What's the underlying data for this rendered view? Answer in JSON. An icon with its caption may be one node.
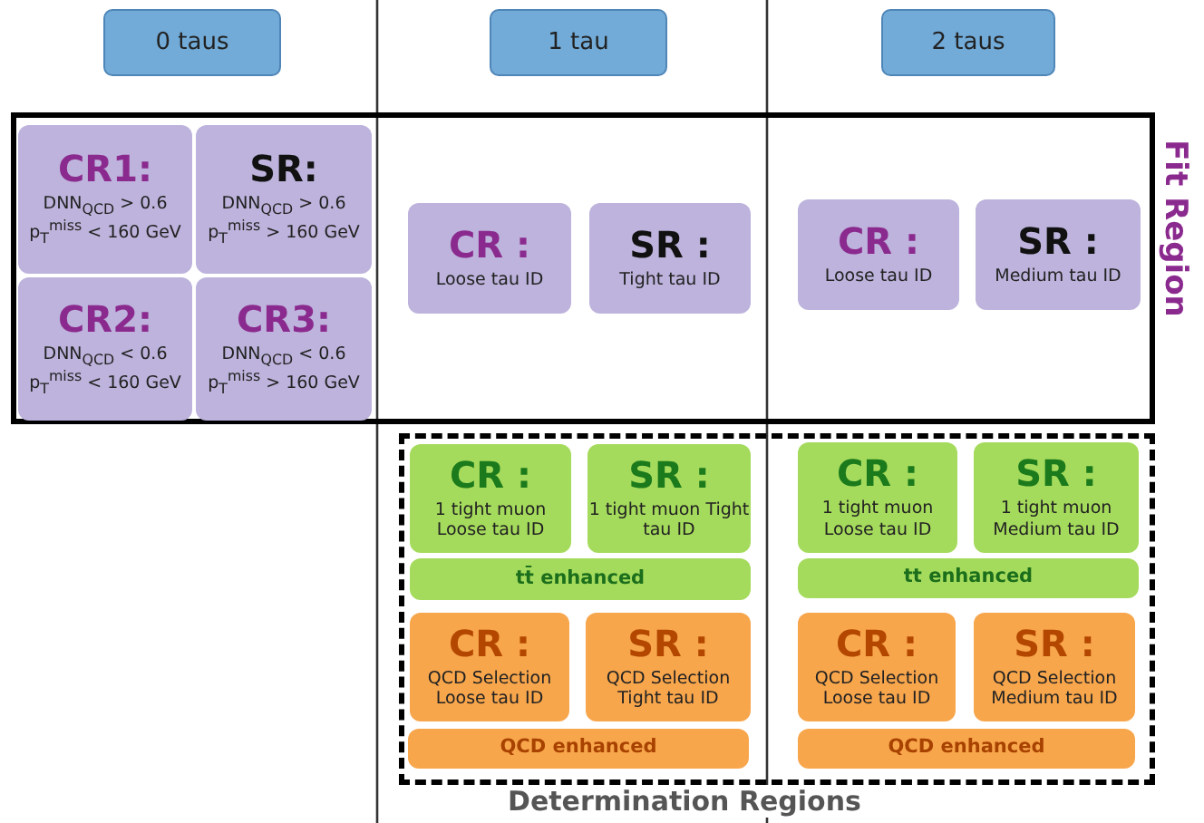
{
  "diagram": {
    "nodes": [
      {
        "text": [
          "0 taus"
        ]
      },
      {
        "text": [
          "1 tau"
        ]
      },
      {
        "text": [
          "2 taus"
        ]
      },
      {
        "text": [
          "Fit Region"
        ]
      },
      {
        "text": [
          "CR1:",
          "DNN$_{QCD}$ > 0.6",
          "p$_{T}$$^{miss}$ < 160 GeV"
        ],
        "in": 3
      },
      {
        "text": [
          "SR:",
          "DNN$_{QCD}$ > 0.6",
          "p$_{T}$$^{miss}$ > 160 GeV"
        ],
        "in": 3
      },
      {
        "text": [
          "CR2:",
          "DNN$_{QCD}$ < 0.6",
          "p$_{T}$$^{miss}$ < 160 GeV"
        ],
        "in": 3
      },
      {
        "text": [
          "CR3:",
          "DNN$_{QCD}$ < 0.6",
          "p$_{T}$$^{miss}$ > 160 GeV"
        ],
        "in": 3
      },
      {
        "text": [
          "CR :",
          "Loose tau ID"
        ],
        "in": 3
      },
      {
        "text": [
          "SR :",
          "Tight tau ID"
        ],
        "in": 3
      },
      {
        "text": [
          "CR :",
          "Loose tau ID"
        ],
        "in": 3
      },
      {
        "text": [
          "SR :",
          "Medium tau ID"
        ],
        "in": 3
      },
      {
        "text": [
          "Determination Regions"
        ]
      },
      {
        "text": [
          "CR :",
          "1 tight muon Loose tau ID"
        ],
        "in": 12
      },
      {
        "text": [
          "SR :",
          "1 tight muon Tight tau ID"
        ],
        "in": 12
      },
      {
        "text": [
          "tt̄ enhanced"
        ],
        "in": 12
      },
      {
        "text": [
          "CR :",
          "QCD Selection Loose tau ID"
        ],
        "in": 12
      },
      {
        "text": [
          "SR :",
          "QCD Selection Tight tau ID"
        ],
        "in": 12
      },
      {
        "text": [
          "QCD enhanced"
        ],
        "in": 12
      },
      {
        "text": [
          "CR :",
          "1 tight muon Loose tau ID"
        ],
        "in": 12
      },
      {
        "text": [
          "SR :",
          "1 tight muon Medium tau ID"
        ],
        "in": 12
      },
      {
        "text": [
          "tt enhanced"
        ],
        "in": 12
      },
      {
        "text": [
          "CR :",
          "QCD Selection Loose tau ID"
        ],
        "in": 12
      },
      {
        "text": [
          "SR :",
          "QCD Selection Medium tau ID"
        ],
        "in": 12
      },
      {
        "text": [
          "QCD enhanced"
        ],
        "in": 12
      }
    ]
  }
}
